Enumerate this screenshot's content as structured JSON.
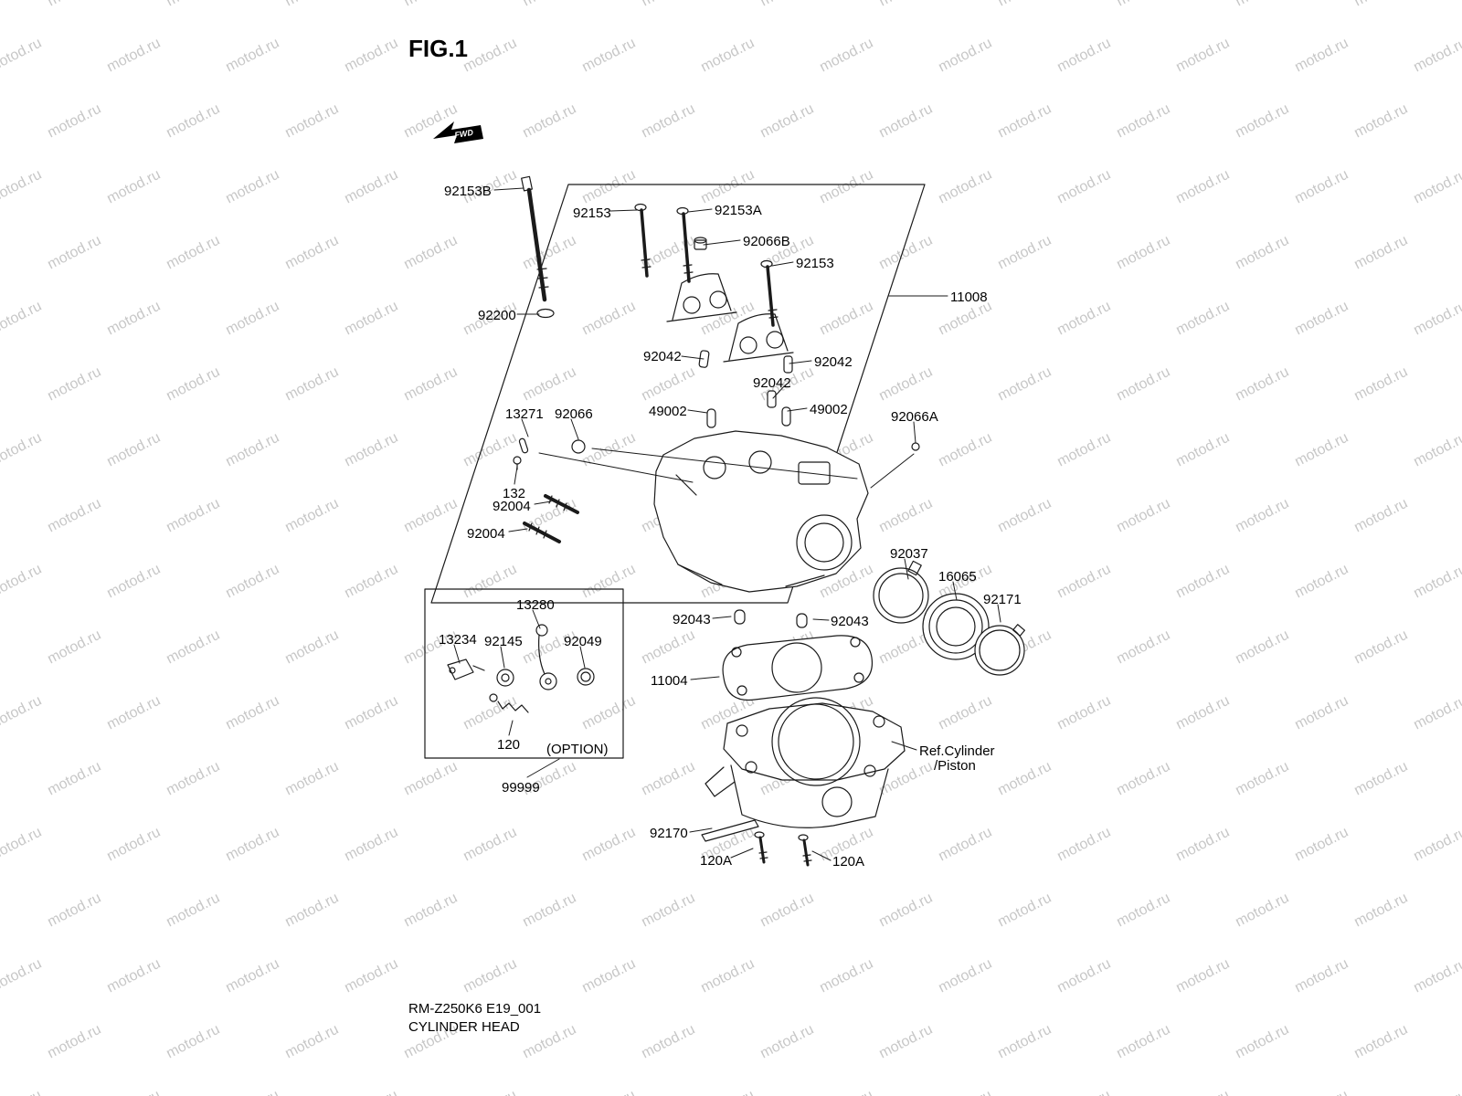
{
  "title": "FIG.1",
  "fwd_label": "FWD",
  "watermark_text": "motod.ru",
  "footer": {
    "code": "RM-Z250K6 E19_001",
    "name": "CYLINDER HEAD"
  },
  "labels": [
    {
      "text": "92153B"
    },
    {
      "text": "92153"
    },
    {
      "text": "92153A"
    },
    {
      "text": "92066B"
    },
    {
      "text": "92153"
    },
    {
      "text": "11008"
    },
    {
      "text": "92200"
    },
    {
      "text": "92042"
    },
    {
      "text": "92042"
    },
    {
      "text": "92042"
    },
    {
      "text": "49002"
    },
    {
      "text": "49002"
    },
    {
      "text": "13271"
    },
    {
      "text": "92066"
    },
    {
      "text": "92066A"
    },
    {
      "text": "132"
    },
    {
      "text": "92004"
    },
    {
      "text": "92004"
    },
    {
      "text": "92037"
    },
    {
      "text": "16065"
    },
    {
      "text": "92171"
    },
    {
      "text": "92043"
    },
    {
      "text": "92043"
    },
    {
      "text": "11004"
    },
    {
      "text": "13280"
    },
    {
      "text": "13234"
    },
    {
      "text": "92145"
    },
    {
      "text": "92049"
    },
    {
      "text": "120"
    },
    {
      "text": "(OPTION)"
    },
    {
      "text": "99999"
    },
    {
      "text": "Ref.Cylinder"
    },
    {
      "text": "/Piston"
    },
    {
      "text": "92170"
    },
    {
      "text": "120A"
    },
    {
      "text": "120A"
    }
  ]
}
